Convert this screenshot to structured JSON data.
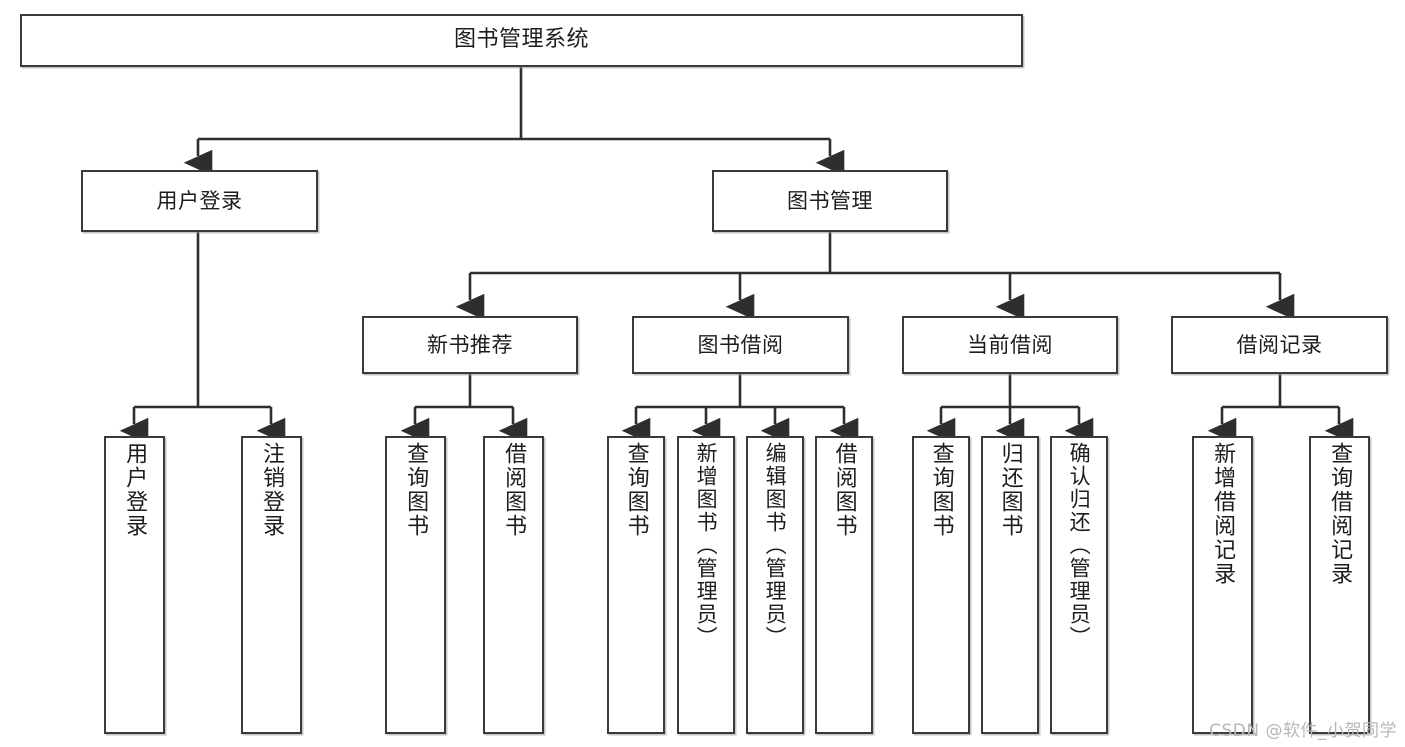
{
  "diagram": {
    "type": "tree",
    "title": "图书管理系统",
    "orientation": "top-down",
    "style": {
      "box_fill": "#ffffff",
      "box_stroke": "#3a3a3a",
      "line_color": "#2e2e2e",
      "text_color": "#1d1d1d",
      "background": "#ffffff"
    },
    "root": {
      "label": "图书管理系统"
    },
    "level2": [
      {
        "label": "用户登录"
      },
      {
        "label": "图书管理"
      }
    ],
    "level3": [
      {
        "label": "新书推荐"
      },
      {
        "label": "图书借阅"
      },
      {
        "label": "当前借阅"
      },
      {
        "label": "借阅记录"
      }
    ],
    "leaves": {
      "user_login": [
        {
          "label": "用户登录"
        },
        {
          "label": "注销登录"
        }
      ],
      "new_book": [
        {
          "label": "查询图书"
        },
        {
          "label": "借阅图书"
        }
      ],
      "borrow": [
        {
          "label": "查询图书"
        },
        {
          "label": "新增图书（管理员）"
        },
        {
          "label": "编辑图书（管理员）"
        },
        {
          "label": "借阅图书"
        }
      ],
      "current": [
        {
          "label": "查询图书"
        },
        {
          "label": "归还图书"
        },
        {
          "label": "确认归还（管理员）"
        }
      ],
      "records": [
        {
          "label": "新增借阅记录"
        },
        {
          "label": "查询借阅记录"
        }
      ]
    }
  },
  "watermark": {
    "text": "CSDN @软件_小贺同学"
  }
}
